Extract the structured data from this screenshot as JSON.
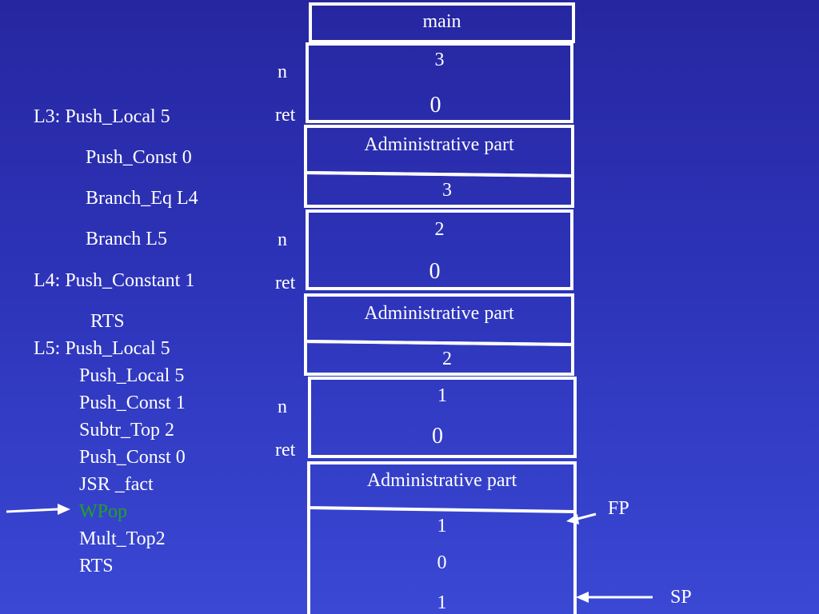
{
  "code": [
    {
      "text": "L3:    Push_Local  5",
      "color": "#ffffff"
    },
    {
      "text": "Push_Const  0",
      "color": "#ffffff"
    },
    {
      "text": "Branch_Eq L4",
      "color": "#ffffff"
    },
    {
      "text": "Branch L5",
      "color": "#ffffff"
    },
    {
      "text": "L4:    Push_Constant  1",
      "color": "#ffffff"
    },
    {
      "text": "RTS",
      "color": "#ffffff"
    },
    {
      "text": "L5:   Push_Local 5",
      "color": "#ffffff"
    },
    {
      "text": "Push_Local 5",
      "color": "#ffffff"
    },
    {
      "text": "Push_Const 1",
      "color": "#ffffff"
    },
    {
      "text": "Subtr_Top 2",
      "color": "#ffffff"
    },
    {
      "text": "Push_Const 0",
      "color": "#ffffff"
    },
    {
      "text": "JSR _fact",
      "color": "#ffffff"
    },
    {
      "text": "WPop",
      "color": "#1fa51f"
    },
    {
      "text": "Mult_Top2",
      "color": "#ffffff"
    },
    {
      "text": "RTS",
      "color": "#ffffff"
    }
  ],
  "stack": {
    "main_label": "main",
    "frames": [
      {
        "n_label": "n",
        "ret_label": "ret",
        "n_value": "3",
        "ret_value": "0",
        "admin": "Administrative part",
        "below_admin": "3"
      },
      {
        "n_label": "n",
        "ret_label": "ret",
        "n_value": "2",
        "ret_value": "0",
        "admin": "Administrative part",
        "below_admin": "2"
      },
      {
        "n_label": "n",
        "ret_label": "ret",
        "n_value": "1",
        "ret_value": "0",
        "admin": "Administrative part"
      }
    ],
    "top_values": [
      "1",
      "0",
      "1"
    ]
  },
  "pointers": {
    "fp": "FP",
    "sp": "SP"
  },
  "colors": {
    "background_top": "#2626a0",
    "background_bottom": "#3a48d4",
    "highlight": "#1fa51f"
  }
}
